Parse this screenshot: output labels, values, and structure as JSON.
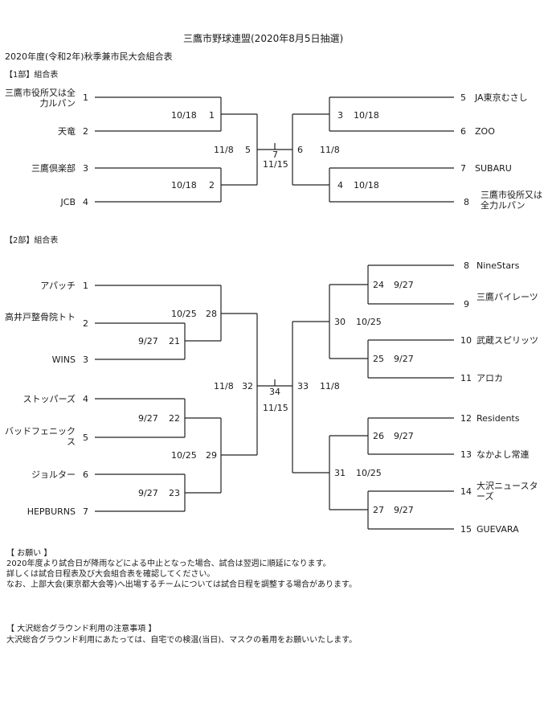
{
  "header": {
    "title": "三鷹市野球連盟(2020年8月5日抽選)",
    "subtitle": "2020年度(令和2年)秋季兼市民大会組合表"
  },
  "div1": {
    "heading": "【1部】組合表",
    "teams": [
      {
        "no": "1",
        "name": "三鷹市役所又は全力ルパン"
      },
      {
        "no": "2",
        "name": "天竜"
      },
      {
        "no": "3",
        "name": "三鷹倶楽部"
      },
      {
        "no": "4",
        "name": "JCB"
      },
      {
        "no": "5",
        "name": "JA東京むさし"
      },
      {
        "no": "6",
        "name": "ZOO"
      },
      {
        "no": "7",
        "name": "SUBARU"
      },
      {
        "no": "8",
        "name": "三鷹市役所又は全力ルパン"
      }
    ],
    "games": {
      "g1": {
        "no": "1",
        "date": "10/18"
      },
      "g2": {
        "no": "2",
        "date": "10/18"
      },
      "g3": {
        "no": "3",
        "date": "10/18"
      },
      "g4": {
        "no": "4",
        "date": "10/18"
      },
      "g5": {
        "no": "5",
        "date": "11/8"
      },
      "g6": {
        "no": "6",
        "date": "11/8"
      },
      "g7": {
        "no": "7",
        "date": "11/15"
      }
    }
  },
  "div2": {
    "heading": "【2部】組合表",
    "teams": [
      {
        "no": "1",
        "name": "アパッチ"
      },
      {
        "no": "2",
        "name": "高井戸整骨院トト"
      },
      {
        "no": "3",
        "name": "WINS"
      },
      {
        "no": "4",
        "name": "ストッパーズ"
      },
      {
        "no": "5",
        "name": "バッドフェニックス"
      },
      {
        "no": "6",
        "name": "ジョルター"
      },
      {
        "no": "7",
        "name": "HEPBURNS"
      },
      {
        "no": "8",
        "name": "NineStars"
      },
      {
        "no": "9",
        "name": "三鷹パイレーツ"
      },
      {
        "no": "10",
        "name": "武蔵スピリッツ"
      },
      {
        "no": "11",
        "name": "アロカ"
      },
      {
        "no": "12",
        "name": "Residents"
      },
      {
        "no": "13",
        "name": "なかよし常連"
      },
      {
        "no": "14",
        "name": "大沢ニュースターズ"
      },
      {
        "no": "15",
        "name": "GUEVARA"
      }
    ],
    "games": {
      "g21": {
        "no": "21",
        "date": "9/27"
      },
      "g22": {
        "no": "22",
        "date": "9/27"
      },
      "g23": {
        "no": "23",
        "date": "9/27"
      },
      "g24": {
        "no": "24",
        "date": "9/27"
      },
      "g25": {
        "no": "25",
        "date": "9/27"
      },
      "g26": {
        "no": "26",
        "date": "9/27"
      },
      "g27": {
        "no": "27",
        "date": "9/27"
      },
      "g28": {
        "no": "28",
        "date": "10/25"
      },
      "g29": {
        "no": "29",
        "date": "10/25"
      },
      "g30": {
        "no": "30",
        "date": "10/25"
      },
      "g31": {
        "no": "31",
        "date": "10/25"
      },
      "g32": {
        "no": "32",
        "date": "11/8"
      },
      "g33": {
        "no": "33",
        "date": "11/8"
      },
      "g34": {
        "no": "34",
        "date": "11/15"
      }
    }
  },
  "notes": {
    "request_heading": "【 お願い 】",
    "request_lines": [
      "2020年度より試合日が降雨などによる中止となった場合、試合は翌週に順延になります。",
      "詳しくは試合日程表及び大会組合表を確認してください。",
      "なお、上部大会(東京都大会等)へ出場するチームについては試合日程を調整する場合があります。"
    ],
    "ground_heading": "【 大沢総合グラウンド利用の注意事項 】",
    "ground_line": "大沢総合グラウンド利用にあたっては、自宅での検温(当日)、マスクの着用をお願いいたします。"
  }
}
